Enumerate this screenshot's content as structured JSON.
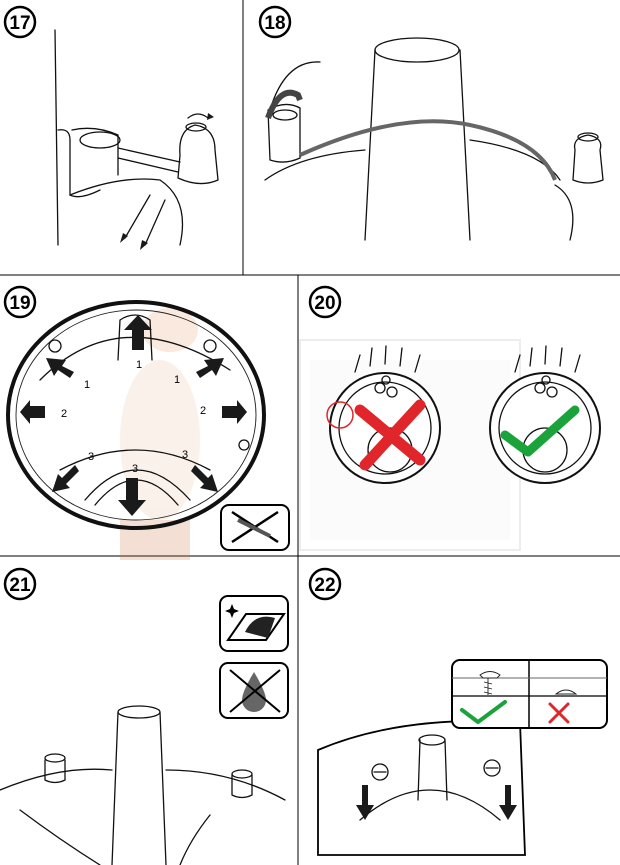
{
  "steps": [
    {
      "number": "17"
    },
    {
      "number": "18"
    },
    {
      "number": "19",
      "labels": [
        "1",
        "1",
        "2",
        "2",
        "3",
        "3",
        "3"
      ]
    },
    {
      "number": "20"
    },
    {
      "number": "21"
    },
    {
      "number": "22"
    }
  ],
  "colors": {
    "check": "#1aa33a",
    "cross": "#e0262a",
    "line": "#111111",
    "watermark": "#e8a070"
  }
}
